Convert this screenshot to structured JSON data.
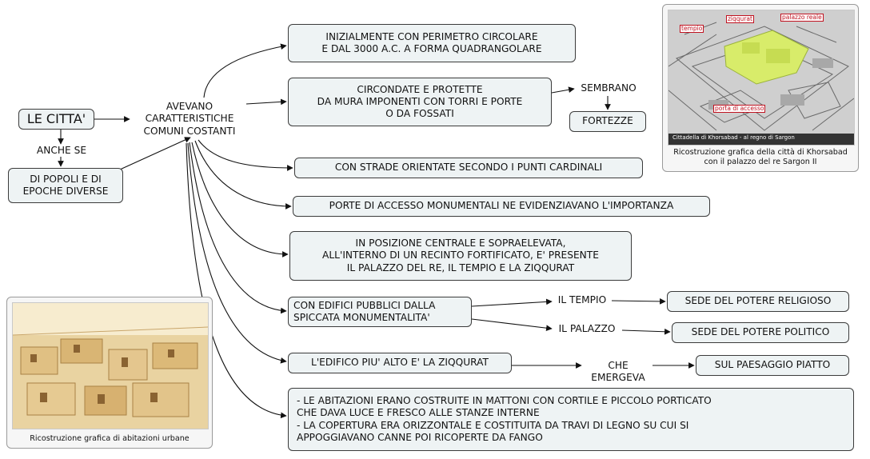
{
  "nodes": {
    "citta": "LE CITTA'",
    "anche_se": "ANCHE SE",
    "popoli": "DI POPOLI E DI\nEPOCHE DIVERSE",
    "avevano": "AVEVANO\nCARATTERISTICHE\nCOMUNI COSTANTI",
    "perimetro": "INIZIALMENTE CON PERIMETRO CIRCOLARE\nE DAL 3000 A.C. A  FORMA QUADRANGOLARE",
    "mura": "CIRCONDATE E PROTETTE\nDA  MURA IMPONENTI CON TORRI E PORTE\nO DA FOSSATI",
    "sembrano": "SEMBRANO",
    "fortezze": "FORTEZZE",
    "strade": "CON STRADE ORIENTATE SECONDO I PUNTI CARDINALI",
    "porte": "PORTE DI ACCESSO MONUMENTALI NE EVIDENZIAVANO L'IMPORTANZA",
    "posizione": "IN POSIZIONE CENTRALE E SOPRAELEVATA,\nALL'INTERNO DI UN RECINTO FORTIFICATO, E' PRESENTE\nIL PALAZZO DEL RE, IL TEMPIO E LA ZIQQURAT",
    "edifici": "CON EDIFICI PUBBLICI DALLA\nSPICCATA MONUMENTALITA'",
    "tempio": "IL TEMPIO",
    "religioso": "SEDE DEL POTERE RELIGIOSO",
    "palazzo": "IL PALAZZO",
    "politico": "SEDE DEL POTERE POLITICO",
    "edificio_alto": "L'EDIFICO PIU' ALTO E' LA ZIQQURAT",
    "emergeva": "CHE EMERGEVA",
    "paesaggio": "SUL PAESAGGIO PIATTO",
    "abitazioni": "- LE ABITAZIONI ERANO COSTRUITE IN MATTONI CON CORTILE E PICCOLO PORTICATO\n   CHE DAVA LUCE E FRESCO ALLE STANZE INTERNE\n- LA COPERTURA ERA ORIZZONTALE E COSTITUITA DA TRAVI DI LEGNO SU CUI SI\n   APPOGGIAVANO CANNE POI RICOPERTE DA FANGO"
  },
  "images": {
    "khorsabad": {
      "caption": "Ricostruzione grafica della città di Khorsabad\ncon il palazzo del re Sargon II",
      "labels": {
        "tempio": "tempio",
        "ziqqurat": "ziqqurat",
        "palazzo": "palazzo reale",
        "porta": "porta di accesso",
        "inset": "Cittadella di Khorsabad - al regno di Sargon"
      }
    },
    "abitazioni": {
      "caption": "Ricostruzione grafica di abitazioni urbane"
    }
  },
  "colors": {
    "box_fill": "#eef3f4",
    "border": "#3b3b3b",
    "highlight": "#d8ec6a",
    "label_red": "#c0111f"
  }
}
